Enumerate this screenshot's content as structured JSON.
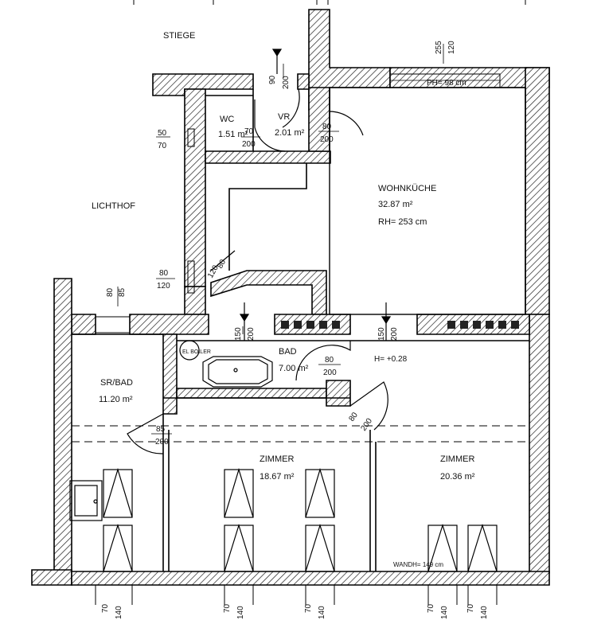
{
  "labels": {
    "stiege": "STIEGE",
    "lichthof": "LICHTHOF",
    "wc_name": "WC",
    "wc_area": "1.51 m²",
    "vr_name": "VR",
    "vr_area": "2.01 m²",
    "wohnkueche_name": "WOHNKÜCHE",
    "wohnkueche_area": "32.87 m²",
    "wohnkueche_rh": "RH= 253 cm",
    "bad_name": "BAD",
    "bad_area": "7.00 m²",
    "sr_bad_name": "SR/BAD",
    "sr_bad_area": "11.20 m²",
    "zimmer1_name": "ZIMMER",
    "zimmer1_area": "18.67 m²",
    "zimmer2_name": "ZIMMER",
    "zimmer2_area": "20.36 m²",
    "ph": "PH= 98 cm",
    "height_mark": "H= +0.28",
    "wandh": "WANDH= 149 cm",
    "boiler": "EL BOILER"
  },
  "dims": {
    "d_90_200_top": [
      "90",
      "200"
    ],
    "d_255_120": [
      "255",
      "120"
    ],
    "d_50_70": [
      "50",
      "70"
    ],
    "d_70_200_wc": [
      "70",
      "200"
    ],
    "d_80_200_vr": [
      "80",
      "200"
    ],
    "d_80_120_left": [
      "80",
      "120"
    ],
    "d_80_85": [
      "80",
      "85"
    ],
    "d_120": "120",
    "d_80": "80",
    "d_150_200_bad": [
      "150",
      "200"
    ],
    "d_150_200_hall": [
      "150",
      "200"
    ],
    "d_80_200_bad": [
      "80",
      "200"
    ],
    "d_80_200_zimmer": [
      "80",
      "200"
    ],
    "d_85_200": [
      "85",
      "200"
    ],
    "bottom_dims": [
      [
        "70",
        "140"
      ],
      [
        "70",
        "140"
      ],
      [
        "70",
        "140"
      ],
      [
        "70",
        "140"
      ],
      [
        "70",
        "140"
      ]
    ]
  }
}
